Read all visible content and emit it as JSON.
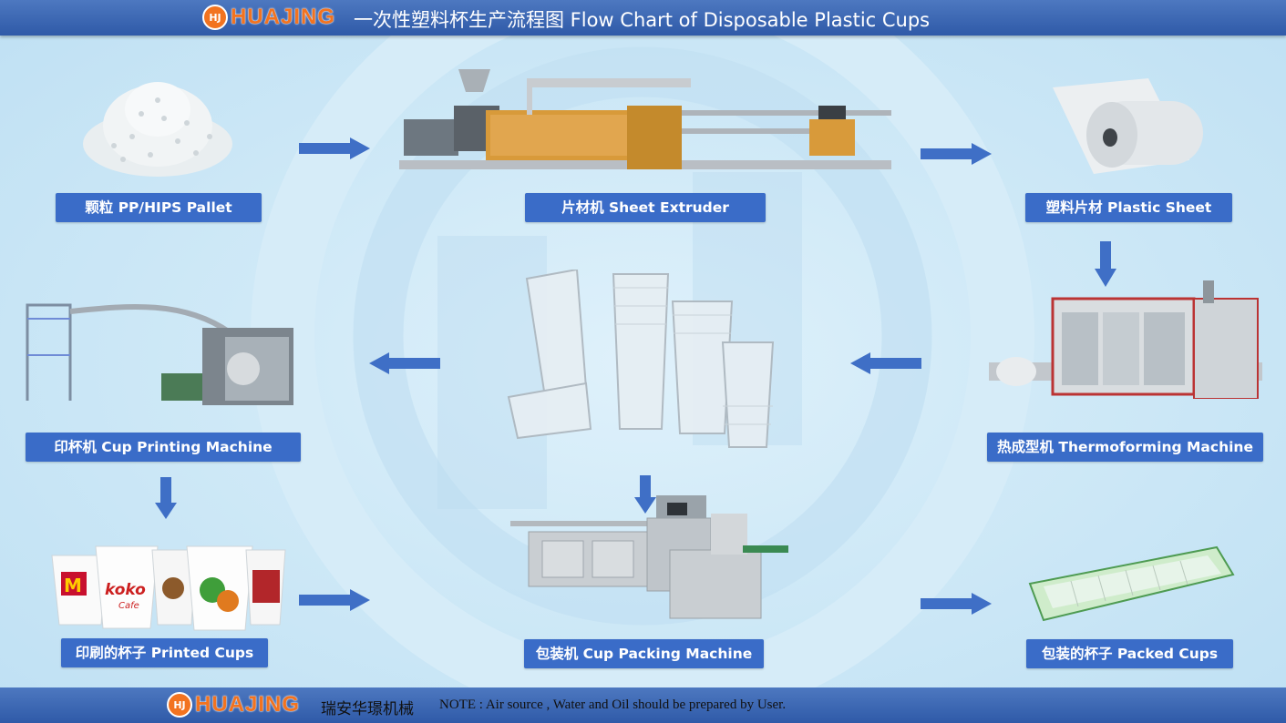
{
  "header": {
    "logo_text": "HUAJING",
    "logo_mark": "HJ",
    "title": "一次性塑料杯生产流程图  Flow Chart of Disposable Plastic Cups"
  },
  "steps": [
    {
      "id": "pallet",
      "label": "颗粒 PP/HIPS Pallet"
    },
    {
      "id": "extruder",
      "label": "片材机 Sheet Extruder"
    },
    {
      "id": "sheet",
      "label": "塑料片材 Plastic Sheet"
    },
    {
      "id": "thermoforming",
      "label": "热成型机 Thermoforming Machine"
    },
    {
      "id": "printing",
      "label": "印杯机 Cup Printing Machine"
    },
    {
      "id": "printed",
      "label": "印刷的杯子 Printed Cups"
    },
    {
      "id": "packing",
      "label": "包装机 Cup Packing Machine"
    },
    {
      "id": "packed",
      "label": "包装的杯子 Packed Cups"
    }
  ],
  "printed_cups_text": {
    "brand1": "M",
    "brand2": "koko",
    "brand2_sub": "Cafe"
  },
  "footer": {
    "logo_text": "HUAJING",
    "logo_mark": "HJ",
    "company": "瑞安华璟机械",
    "note": "NOTE : Air source , Water and Oil should be prepared by User."
  },
  "colors": {
    "bar": "#3a6cc8",
    "arrow": "#3f6fc6",
    "logo": "#f27320",
    "background": "#cfe9f7"
  }
}
